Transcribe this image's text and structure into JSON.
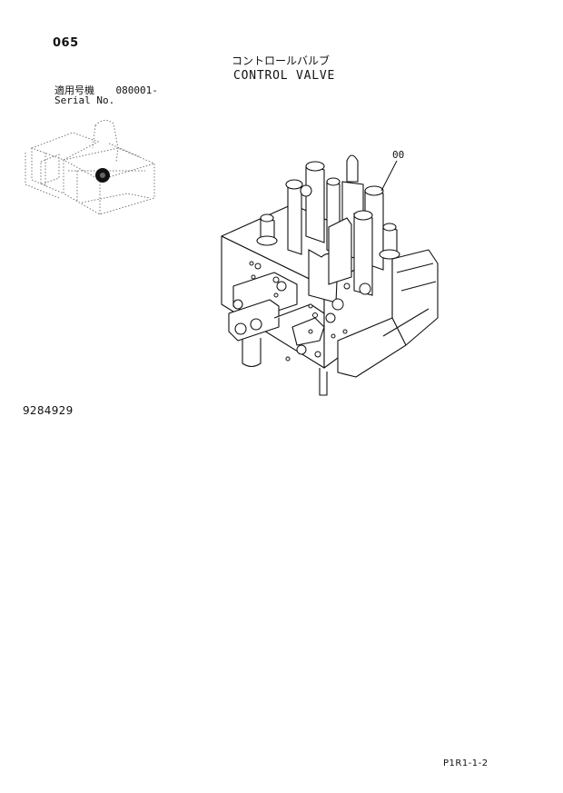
{
  "page": {
    "number": "065",
    "title_jp": "コントロールバルブ",
    "title_en": "CONTROL VALVE"
  },
  "serial": {
    "label_jp": "適用号機",
    "label_en": "Serial No.",
    "value": "080001-"
  },
  "illustrations": {
    "locator": {
      "icon": "machine-locator-icon",
      "style": "dotted outline"
    },
    "assembly": {
      "icon": "control-valve-drawing-icon",
      "callout": "00"
    }
  },
  "part_code": "9284929",
  "footer": {
    "code": "P1R1-1-2"
  },
  "colors": {
    "ink": "#111111",
    "dotted": "#777777",
    "background": "#ffffff"
  }
}
